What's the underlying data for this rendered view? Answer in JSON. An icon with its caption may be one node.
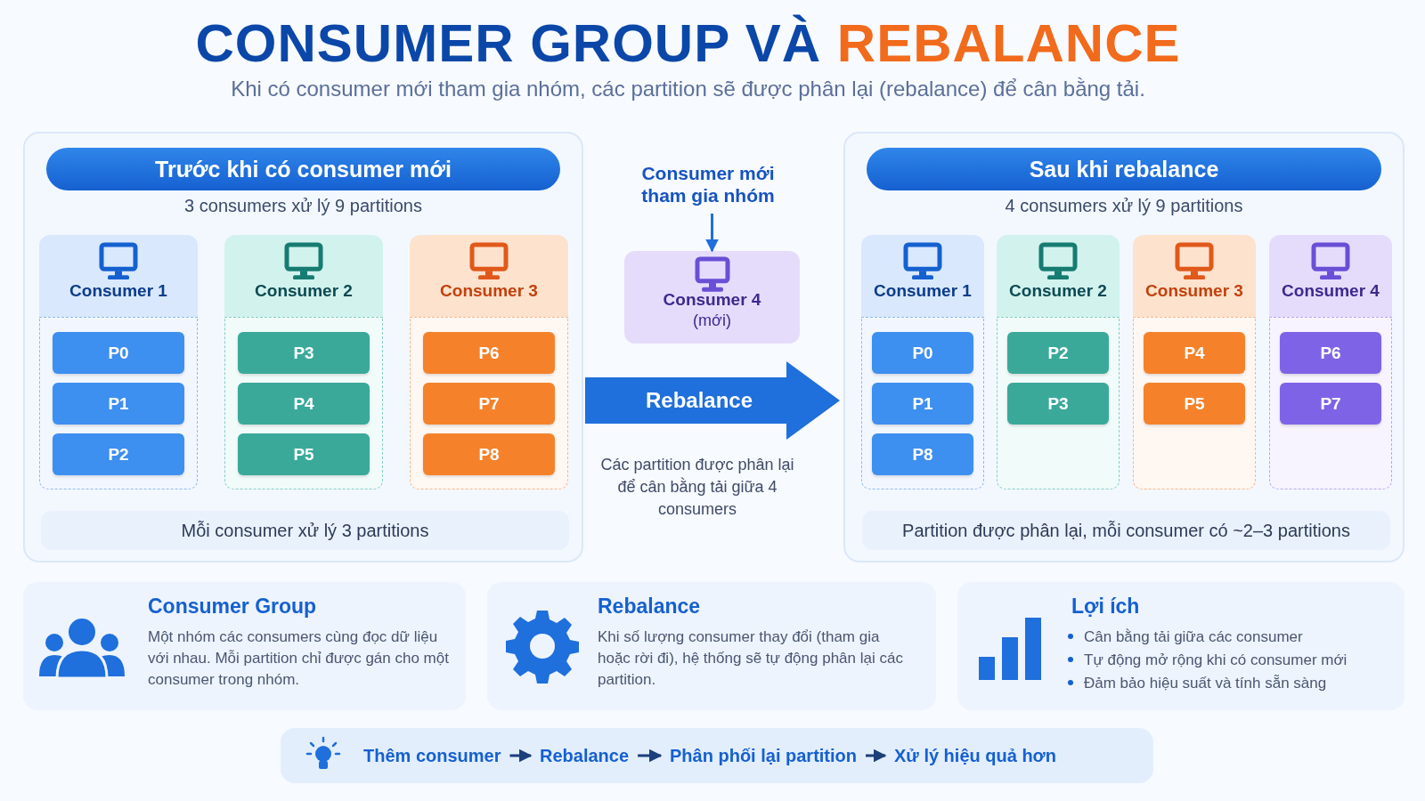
{
  "diagram": {
    "title": "CONSUMER GROUP VÀ **REBALANCE**",
    "caption": "Khi có consumer mới tham gia nhóm, các partition sẽ được phân lại (rebalance) để cân bằng tải.",
    "nodes": [
      {
        "text": [
          "Trước khi có consumer mới",
          "3 consumers xử lý 9 partitions"
        ]
      },
      {
        "text": [
          "Consumer 1"
        ],
        "in": 0
      },
      {
        "text": [
          "P0"
        ],
        "in": 1
      },
      {
        "text": [
          "P1"
        ],
        "in": 1
      },
      {
        "text": [
          "P2"
        ],
        "in": 1
      },
      {
        "text": [
          "Consumer 2"
        ],
        "in": 0
      },
      {
        "text": [
          "P3"
        ],
        "in": 5
      },
      {
        "text": [
          "P4"
        ],
        "in": 5
      },
      {
        "text": [
          "P5"
        ],
        "in": 5
      },
      {
        "text": [
          "Consumer 3"
        ],
        "in": 0
      },
      {
        "text": [
          "P6"
        ],
        "in": 9
      },
      {
        "text": [
          "P7"
        ],
        "in": 9
      },
      {
        "text": [
          "P8"
        ],
        "in": 9
      },
      {
        "text": [
          "Mỗi consumer xử lý 3 partitions"
        ],
        "in": 0
      },
      {
        "text": [
          "Consumer mới tham gia nhóm"
        ]
      },
      {
        "text": [
          "Consumer 4",
          "(mới)"
        ]
      },
      {
        "text": [
          "Sau khi rebalance",
          "4 consumers xử lý 9 partitions"
        ]
      },
      {
        "text": [
          "Consumer 1"
        ],
        "in": 16
      },
      {
        "text": [
          "P0"
        ],
        "in": 17
      },
      {
        "text": [
          "P1"
        ],
        "in": 17
      },
      {
        "text": [
          "P8"
        ],
        "in": 17
      },
      {
        "text": [
          "Consumer 2"
        ],
        "in": 16
      },
      {
        "text": [
          "P2"
        ],
        "in": 21
      },
      {
        "text": [
          "P3"
        ],
        "in": 21
      },
      {
        "text": [
          "Consumer 3"
        ],
        "in": 16
      },
      {
        "text": [
          "P4"
        ],
        "in": 24
      },
      {
        "text": [
          "P5"
        ],
        "in": 24
      },
      {
        "text": [
          "Consumer 4"
        ],
        "in": 16
      },
      {
        "text": [
          "P6"
        ],
        "in": 27
      },
      {
        "text": [
          "P7"
        ],
        "in": 27
      },
      {
        "text": [
          "Partition được phân lại, mỗi consumer có ~2–3 partitions"
        ],
        "in": 16
      },
      {
        "text": [
          "Consumer Group",
          "Một nhóm các consumers cùng đọc dữ liệu với nhau. Mỗi partition chỉ được gán cho một consumer trong nhóm."
        ]
      },
      {
        "text": [
          "Rebalance",
          "Khi số lượng consumer thay đổi (tham gia hoặc rời đi), hệ thống sẽ tự động phân lại các partition."
        ]
      },
      {
        "text": [
          "Lợi ích",
          "Cân bằng tải giữa các consumer",
          "Tự động mở rộng khi có consumer mới",
          "Đảm bảo hiệu suất và tính sẵn sàng"
        ]
      },
      {
        "text": [],
        "shape": "bar"
      },
      {
        "text": [
          "Thêm consumer"
        ],
        "in": 34
      },
      {
        "text": [
          "Rebalance"
        ],
        "in": 34
      },
      {
        "text": [
          "Phân phối lại partition"
        ],
        "in": 34
      },
      {
        "text": [
          "Xử lý hiệu quả hơn"
        ],
        "in": 34
      }
    ],
    "edges": [
      {
        "from": 14,
        "to": 15,
        "arrow": "to",
        "color": "#1f6fdc"
      },
      {
        "from": 0,
        "to": 16,
        "arrow": "to",
        "label": "Rebalance",
        "style": "thick",
        "color": "#1f6fdc"
      },
      {
        "from": 35,
        "to": 36,
        "arrow": "to"
      },
      {
        "from": 36,
        "to": 37,
        "arrow": "to"
      },
      {
        "from": 37,
        "to": 38,
        "arrow": "to"
      }
    ],
    "labels": [
      "Các partition được phân lại để cân bằng tải giữa 4 consumers"
    ]
  }
}
